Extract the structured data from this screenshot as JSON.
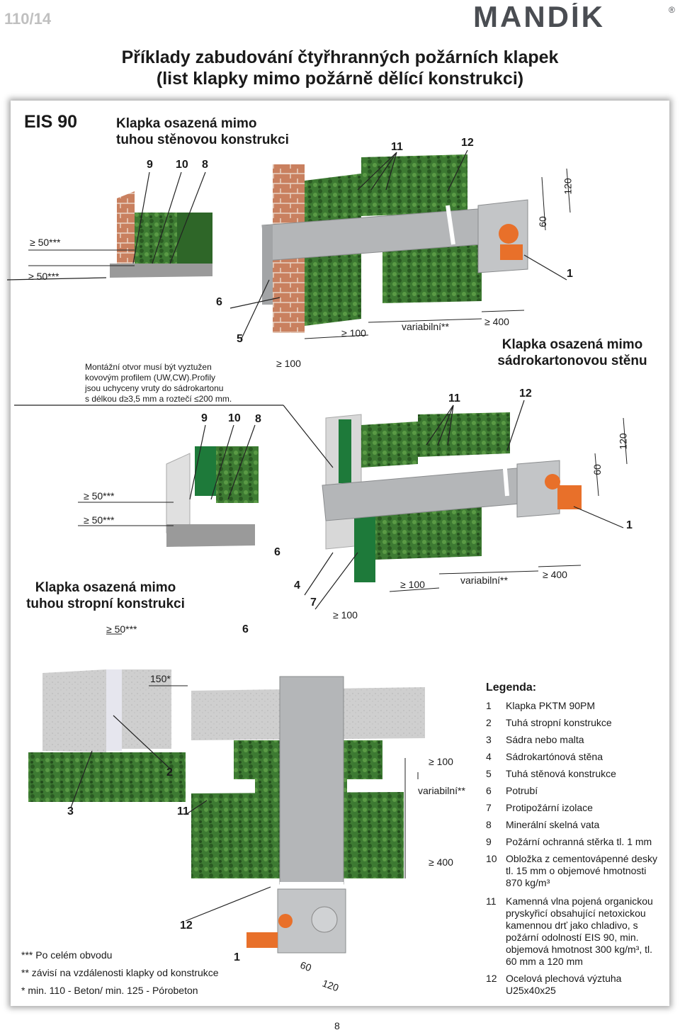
{
  "page_label_top": "110/14",
  "brand": "MANDÍK",
  "brand_mark": "®",
  "title_line1": "Příklady zabudování čtyřhranných požárních klapek",
  "title_line2": "(list klapky mimo požárně dělící konstrukci)",
  "rating": "EIS 90",
  "section1": {
    "caption_line1": "Klapka osazená mimo",
    "caption_line2": "tuhou stěnovou konstrukci"
  },
  "section2": {
    "caption_line1": "Klapka osazená mimo",
    "caption_line2": "sádrokartonovou stěnu"
  },
  "section3": {
    "caption_line1": "Klapka osazená mimo",
    "caption_line2": "tuhou stropní konstrukci"
  },
  "mounting_note": {
    "line1": "Montážní otvor musí být vyztužen",
    "line2": "kovovým profilem (UW,CW).Profily",
    "line3": "jsou uchyceny vruty do sádrokartonu",
    "line4": "s délkou d≥3,5 mm a roztečí ≤200 mm."
  },
  "labels": {
    "n1": "1",
    "n2": "2",
    "n3": "3",
    "n4": "4",
    "n5": "5",
    "n6": "6",
    "n7": "7",
    "n8": "8",
    "n9": "9",
    "n10": "10",
    "n11": "11",
    "n12": "12",
    "ge50": "≥ 50***",
    "ge100": "≥ 100",
    "ge400": "≥ 400",
    "variable": "variabilní**",
    "d60": "60",
    "d120": "120",
    "d150": "150*"
  },
  "legend": {
    "title": "Legenda:",
    "items": [
      {
        "n": "1",
        "text": "Klapka PKTM 90PM"
      },
      {
        "n": "2",
        "text": "Tuhá stropní konstrukce"
      },
      {
        "n": "3",
        "text": "Sádra nebo malta"
      },
      {
        "n": "4",
        "text": "Sádrokartónová stěna"
      },
      {
        "n": "5",
        "text": "Tuhá stěnová konstrukce"
      },
      {
        "n": "6",
        "text": "Potrubí"
      },
      {
        "n": "7",
        "text": "Protipožární izolace"
      },
      {
        "n": "8",
        "text": "Minerální skelná vata"
      },
      {
        "n": "9",
        "text": "Požární ochranná stěrka tl. 1 mm"
      },
      {
        "n": "10",
        "text": "Obložka z cementovápenné desky tl. 15 mm o objemové hmotnosti 870 kg/m³"
      },
      {
        "n": "11",
        "text": "Kamenná vlna pojená organickou pryskyřicí obsahující netoxickou kamennou drť jako chladivo, s požární odolností EIS 90, min. objemová hmotnost 300 kg/m³, tl. 60 mm a 120 mm"
      },
      {
        "n": "12",
        "text": "Ocelová plechová výztuha U25x40x25"
      }
    ]
  },
  "footnotes": {
    "f1": "*** Po celém obvodu",
    "f2": "** závisí na vzdálenosti klapky od konstrukce",
    "f3": "* min. 110 - Beton/ min. 125 - Pórobeton"
  },
  "page_number": "8",
  "colors": {
    "insulation": "#3d7a32",
    "insulation_dark": "#2a5a22",
    "brick": "#c9805f",
    "duct": "#b4b6b8",
    "actuator": "#e8702a",
    "slab": "#c8c8c8"
  }
}
